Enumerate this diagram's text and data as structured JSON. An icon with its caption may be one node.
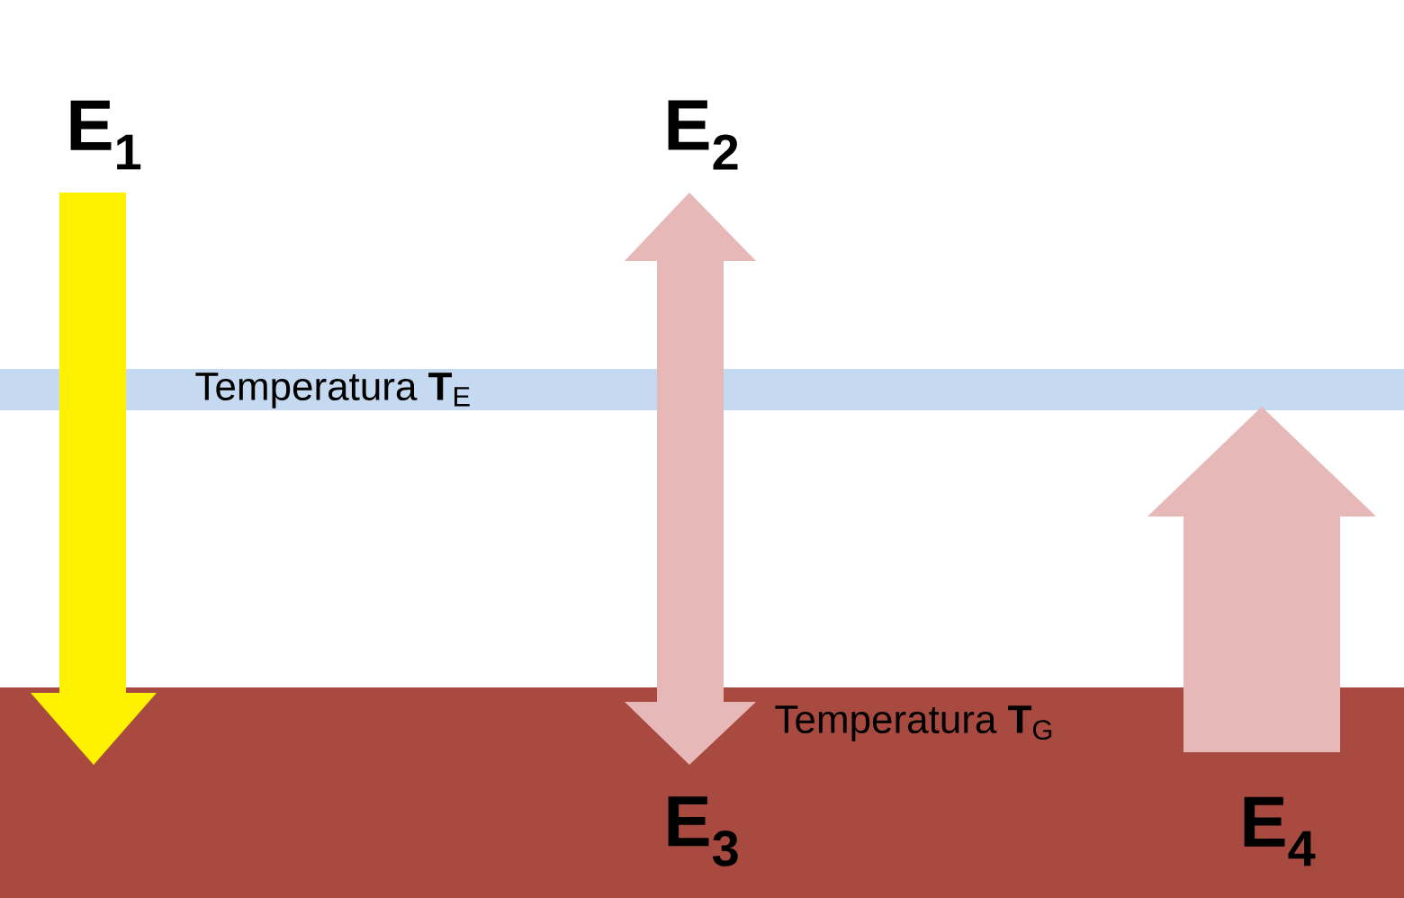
{
  "diagram": {
    "nodes": [
      {
        "text": [
          "Temperatura **T**$_{E}$"
        ]
      },
      {
        "text": [
          "Temperatura **T**$_{G}$"
        ]
      }
    ],
    "edges": [
      {
        "from": 1,
        "to": 0,
        "arrow": "to"
      }
    ],
    "labels": [
      "E$_{1}$",
      "E$_{2}$",
      "E$_{3}$",
      "E$_{4}$"
    ]
  }
}
